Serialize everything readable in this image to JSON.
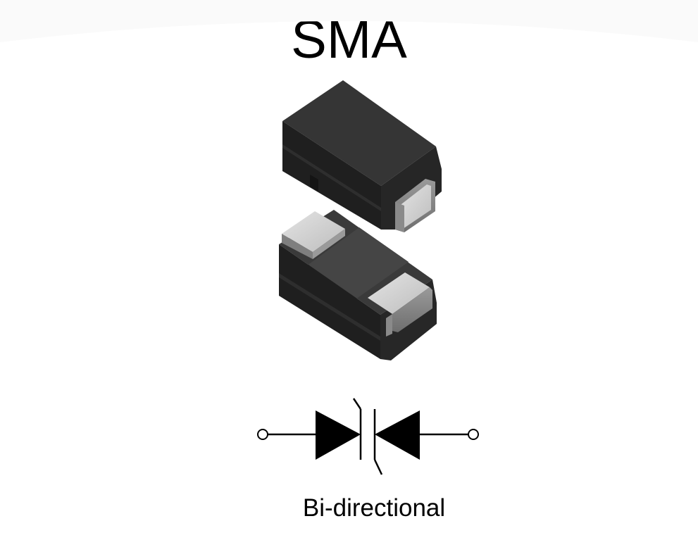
{
  "title": "SMA",
  "caption": "Bi-directional",
  "components": [
    {
      "name": "sma-package-top-view",
      "body_color": "#2b2b2b",
      "terminal_color": "#cfcfcf"
    },
    {
      "name": "sma-package-bottom-view",
      "body_color": "#2b2b2b",
      "terminal_color": "#cfcfcf"
    }
  ],
  "symbol": {
    "type": "bidirectional-tvs-diode",
    "color": "#000000"
  }
}
